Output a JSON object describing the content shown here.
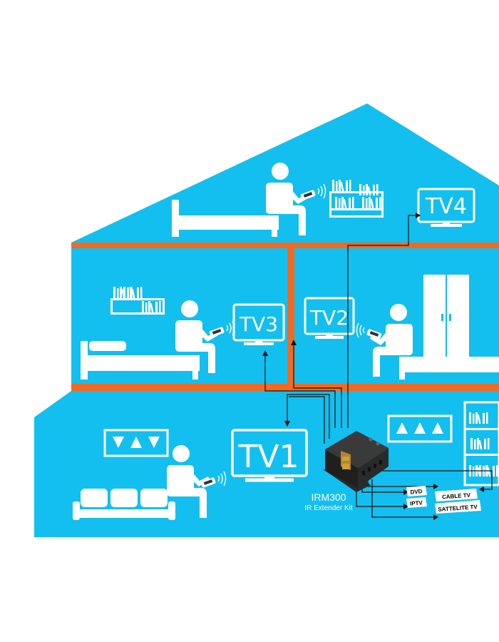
{
  "colors": {
    "house": "#13bfee",
    "floor": "#f26a21",
    "wire": "#111111",
    "white": "#ffffff"
  },
  "tvs": {
    "tv1": "TV1",
    "tv2": "TV2",
    "tv3": "TV3",
    "tv4": "TV4"
  },
  "device": {
    "model": "IRM300",
    "subtitle": "IR Extender Kit"
  },
  "sources": {
    "dvd": "DVD",
    "iptv": "IPTV",
    "cable": "CABLE TV",
    "satellite": "SATTELITE TV"
  },
  "icons": [
    "person-icon",
    "bed-icon",
    "bookshelf-icon",
    "remote-control-icon",
    "tv-icon",
    "sofa-icon",
    "wardrobe-icon",
    "ir-receiver-icon"
  ]
}
